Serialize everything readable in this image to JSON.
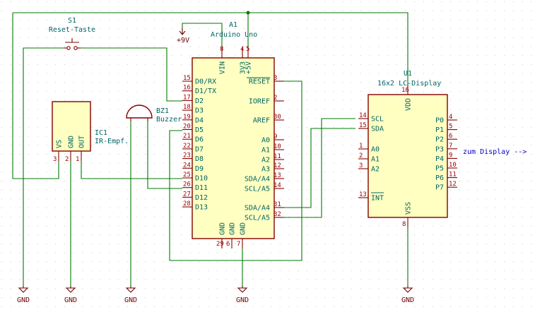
{
  "components": {
    "s1": {
      "ref": "S1",
      "value": "Reset-Taste"
    },
    "a1": {
      "ref": "A1",
      "value": "Arduino Uno",
      "top_pins": [
        {
          "name": "VIN",
          "num": "8"
        },
        {
          "name": "3V3",
          "num": "4"
        },
        {
          "name": "+5V",
          "num": "5"
        }
      ],
      "left_pins": [
        {
          "name": "D0/RX",
          "num": "15"
        },
        {
          "name": "D1/TX",
          "num": "16"
        },
        {
          "name": "D2",
          "num": "17"
        },
        {
          "name": "D3",
          "num": "18"
        },
        {
          "name": "D4",
          "num": "19"
        },
        {
          "name": "D5",
          "num": "20"
        },
        {
          "name": "D6",
          "num": "21"
        },
        {
          "name": "D7",
          "num": "22"
        },
        {
          "name": "D8",
          "num": "23"
        },
        {
          "name": "D9",
          "num": "24"
        },
        {
          "name": "D10",
          "num": "25"
        },
        {
          "name": "D11",
          "num": "26"
        },
        {
          "name": "D12",
          "num": "27"
        },
        {
          "name": "D13",
          "num": "28"
        }
      ],
      "right_pins": [
        {
          "name": "RESET",
          "num": "3"
        },
        {
          "name": "IOREF",
          "num": "2"
        },
        {
          "name": "AREF",
          "num": "30"
        },
        {
          "name": "A0",
          "num": "9"
        },
        {
          "name": "A1",
          "num": "10"
        },
        {
          "name": "A2",
          "num": "11"
        },
        {
          "name": "A3",
          "num": "12"
        },
        {
          "name": "SDA/A4",
          "num": "13"
        },
        {
          "name": "SCL/A5",
          "num": "14"
        },
        {
          "name": "SDA/A4",
          "num": "31"
        },
        {
          "name": "SCL/A5",
          "num": "32"
        }
      ],
      "bottom_pins": [
        {
          "name": "GND",
          "num": "29"
        },
        {
          "name": "GND",
          "num": "6"
        },
        {
          "name": "GND",
          "num": "7"
        }
      ]
    },
    "u1": {
      "ref": "U1",
      "value": "16x2 LC-Display",
      "top_pin": {
        "name": "VDD",
        "num": "16"
      },
      "bottom_pin": {
        "name": "VSS",
        "num": "8"
      },
      "left_pins": [
        {
          "name": "SCL",
          "num": "14"
        },
        {
          "name": "SDA",
          "num": "15"
        },
        {
          "name": "A0",
          "num": "1"
        },
        {
          "name": "A1",
          "num": "2"
        },
        {
          "name": "A2",
          "num": "3"
        },
        {
          "name": "INT",
          "num": "13"
        }
      ],
      "right_pins": [
        {
          "name": "P0",
          "num": "4"
        },
        {
          "name": "P1",
          "num": "5"
        },
        {
          "name": "P2",
          "num": "6"
        },
        {
          "name": "P3",
          "num": "7"
        },
        {
          "name": "P4",
          "num": "9"
        },
        {
          "name": "P5",
          "num": "10"
        },
        {
          "name": "P6",
          "num": "11"
        },
        {
          "name": "P7",
          "num": "12"
        }
      ]
    },
    "ic1": {
      "ref": "IC1",
      "value": "IR-Empf.",
      "pins": [
        {
          "name": "VS",
          "num": "3"
        },
        {
          "name": "GND",
          "num": "2"
        },
        {
          "name": "OUT",
          "num": "1"
        }
      ]
    },
    "bz1": {
      "ref": "BZ1",
      "value": "Buzzer"
    }
  },
  "power": {
    "vin": "+9V",
    "gnd": "GND"
  },
  "note": "zum Display -->",
  "colors": {
    "wire": "#007a00",
    "body_fill": "#ffffc2",
    "body_stroke": "#840000",
    "text": "#006464",
    "pin_number": "#a00000",
    "note": "#0000c4"
  }
}
